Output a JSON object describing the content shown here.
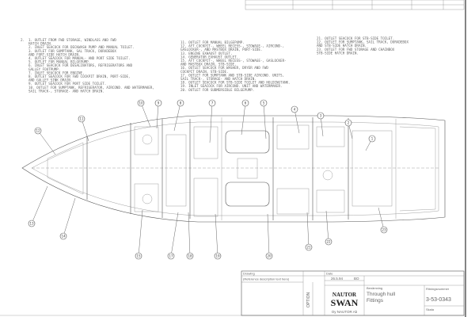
{
  "notes": {
    "header": "2.",
    "col1": [
      "1.  OUTLET FROM FWD STORAGE, WINDLASS AND FWD",
      "    HATCH DRAIN.",
      "2.  INLET SEACOCK FOR DECKWASH PUMP AND MANUAL TOILET.",
      "3.  OUTLET FOR SUMPTANK, SAL TRACK, DORADEBOX",
      "    AND FORT-SIDE HATCH DRAIN.",
      "4.  OUTLET SEACOCK FOR MANUAL- AND PORT SIDE TOILET.",
      "5.  OUTLET FOR MANUAL BILGEPUMP.",
      "6.  INLET SEACOCK FOR DESALINATORS, REFRIGERATORS AND",
      "    GALLEY FOOTPUMP.",
      "7.  INLET SEACOCK FOR ENGINE.",
      "8.  OUTLET SEACOCK FOR FWD COCKPIT DRAIN, PORT-SIDE,",
      "    AND GALLEY SINK DRAIN.",
      "9.  OUTLET SEACOCK FOR PORT SIDE TOILET.",
      "10. OUTLET FOR SUMPTANK, REFRIGERATOR, AIRCOND. AND WATERMAKER,",
      "    SAIL TRACK-, STORAGE- AND HATCH DRAIN."
    ],
    "col2": [
      "11. OUTLET FOR MANUAL BILGEPUMP.",
      "12. AFT COCKPIT-, WHEEL RECESS-, STOWAGE-, AIRCOND-,",
      "    GASLOCKER-, AND MASTBOX DRAIN, PORT-SIDE.",
      "13. ENGINE EXHAUST OUTLET.",
      "14. GENERATOR EXHAUST OUTLET.",
      "15. AFT COCKPIT-, WHEEL RECESS-, STOWAGE-, GASLOCKER-",
      "    AND MASTBOX DRAIN, STB-SIDE.",
      "16. OUTLET SEACOCK FOR WASHER, DRYER AND FWD",
      "    COCKPIT DRAIN, STB-SIDE.",
      "17. OUTLET FOR SUMPTANK AND STB-SIDE AIRCOND. UNITS,",
      "    SAIL TRACK-, STORAGE- AND HATCH DRAIN.",
      "18. OUTLET SEACOCK FOR STB-SIDE TOILET AND HOLDINGTANK.",
      "19. INLET SEACOCK FOR AIRCOND. UNIT AND WATERMAKER.",
      "20. OUTLET FOR SUBMERSIBLE BILGEPUMP."
    ],
    "col3": [
      "21. OUTLET SEACOCK FOR STB-SIDE TOILET.",
      "22. OUTLET FOR SUMPTANK, SAIL TRACK, DORADEBOX",
      "    AND STB-SIDE HATCH DRAIN.",
      "23. OUTLET FOR FWD STORAGE AND CHAINBOX",
      "    STB-SIDE HATCH DRAIN."
    ]
  },
  "callouts_top": [
    "10",
    "9",
    "8",
    "7",
    "6",
    "5",
    "4",
    "3",
    "2"
  ],
  "callouts_other": [
    "11",
    "12",
    "1",
    "13",
    "14",
    "15",
    "17",
    "18",
    "19",
    "20",
    "21",
    "22",
    "23"
  ],
  "title_block": {
    "drawing_label": "Drawing",
    "drawing_value": "(Reference description text here)",
    "date_label": "Date",
    "date_value": "26.5.94",
    "drawn_value": "BO",
    "option_label": "OPTION",
    "company_line1": "NAUTOR",
    "company_line2": "SWAN",
    "company_sub": "Oy NAUTOR Ab",
    "title_label": "Benämning",
    "title_line1": "Through hull",
    "title_line2": "Fittings",
    "drawing_no_label": "Ritningsnummer",
    "drawing_no": "3-53-0343",
    "scale_label": "Skala"
  },
  "colors": {
    "line": "#555555",
    "paper": "#ffffff",
    "text": "#666666"
  }
}
